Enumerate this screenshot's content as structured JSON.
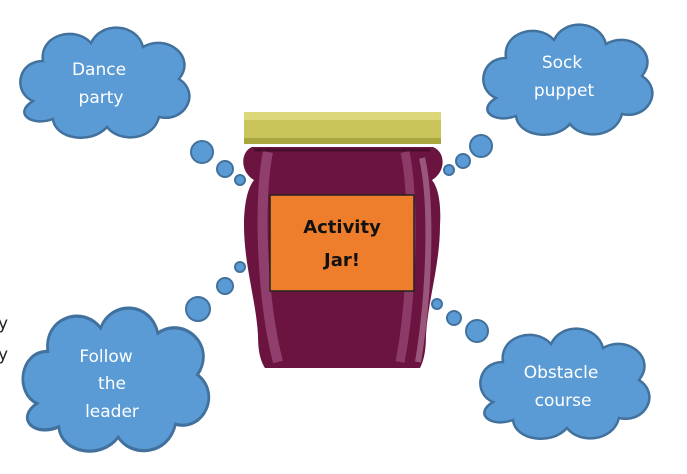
{
  "jar": {
    "label_line1": "Activity",
    "label_line2": "Jar!",
    "lid_color": "#c9c55a",
    "body_color": "#6b1440",
    "label_color": "#ee7e2b"
  },
  "clouds": {
    "dance": {
      "line1": "Dance",
      "line2": "party"
    },
    "sock": {
      "line1": "Sock",
      "line2": "puppet"
    },
    "follow": {
      "line1": "Follow",
      "line2": "the",
      "line3": "leader"
    },
    "obstacle": {
      "line1": "Obstacle",
      "line2": "course"
    }
  },
  "cloud_color": "#5b9bd5",
  "cloud_outline": "#41719c",
  "edge_fragment": {
    "line1": "y",
    "line2": "y"
  }
}
